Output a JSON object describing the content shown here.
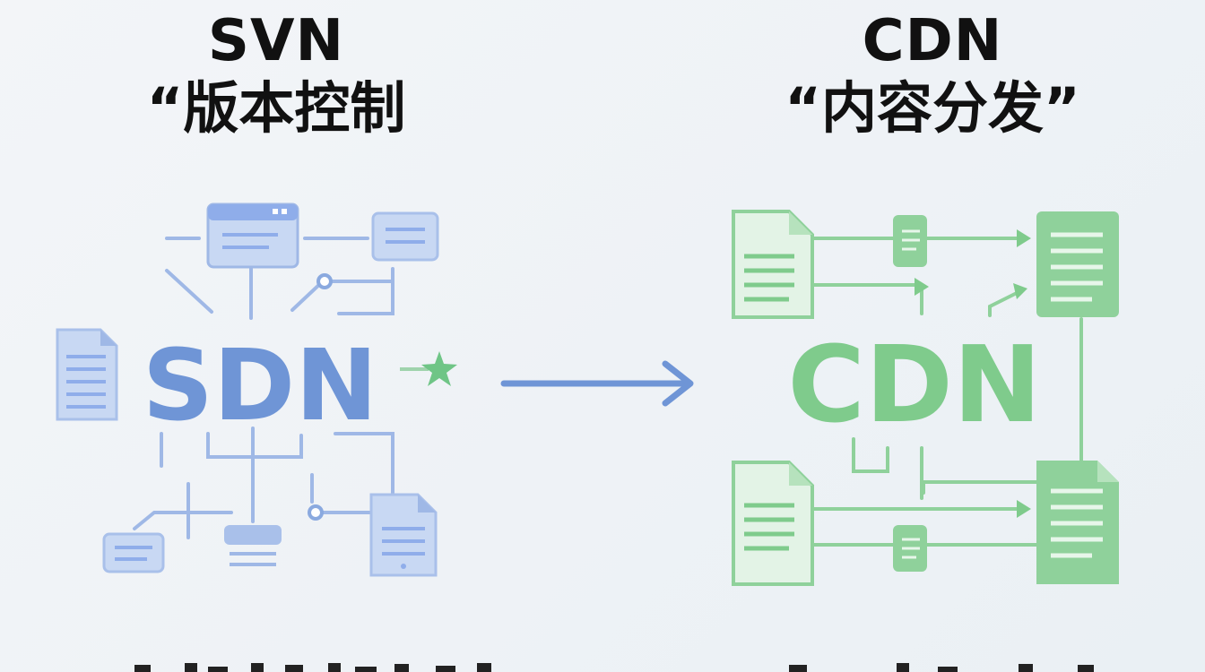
{
  "left": {
    "abbr": "SVN",
    "subtitle": "“版本控制",
    "center_label": "SDN",
    "color": "#6f95d6",
    "light_color": "#c5d5f1"
  },
  "right": {
    "abbr": "CDN",
    "subtitle": "“内容分发”",
    "center_label": "CDN",
    "color": "#7fcb8c",
    "light_color": "#bfe6c5"
  },
  "arrow": {
    "color": "#6f95d6",
    "direction": "left-to-right"
  },
  "accent_star_color": "#6fc586",
  "icons": [
    "document-icon",
    "browser-window-icon",
    "card-icon",
    "database-icon",
    "star-icon",
    "arrow-right-icon"
  ]
}
